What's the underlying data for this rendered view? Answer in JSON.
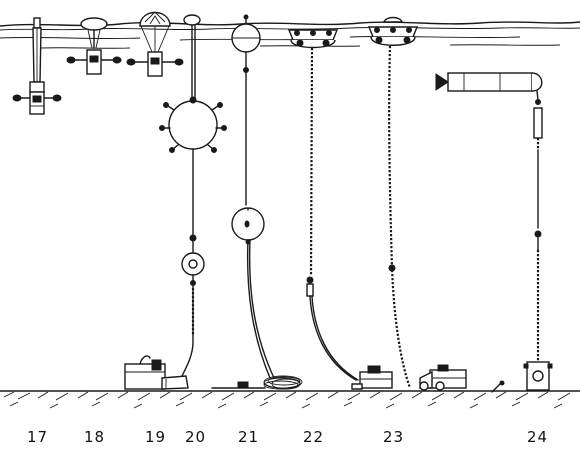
{
  "figure": {
    "labels": [
      "17",
      "18",
      "19",
      "20",
      "21",
      "22",
      "23",
      "24"
    ]
  }
}
